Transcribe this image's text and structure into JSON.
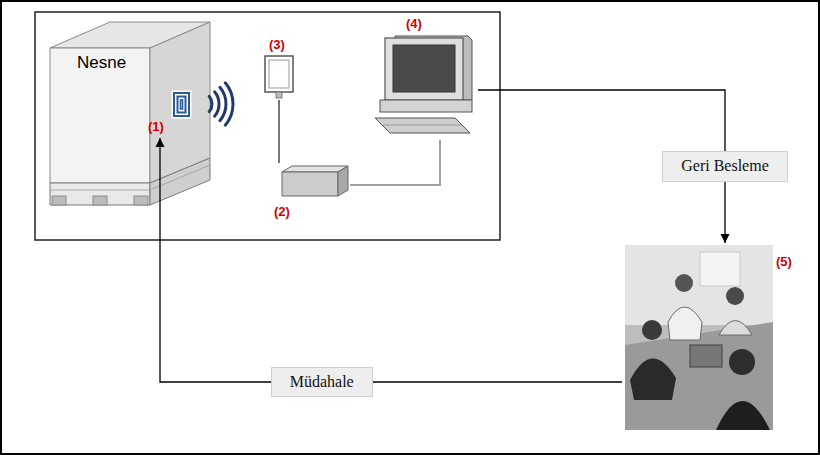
{
  "diagram": {
    "nodes": [
      {
        "text": [
          "Nesne"
        ]
      },
      {
        "text": [
          "(1)"
        ],
        "in": 0
      },
      {
        "text": [
          "(2)"
        ]
      },
      {
        "text": [
          "(3)"
        ]
      },
      {
        "text": [
          "(4)"
        ]
      },
      {
        "text": [
          "(5)"
        ]
      }
    ],
    "edges": [
      {
        "from": 2,
        "to": 4,
        "arrow": "none"
      },
      {
        "from": 4,
        "to": 5,
        "label": "Geri Besleme",
        "arrow": "to"
      },
      {
        "from": 5,
        "to": 1,
        "label": "Müdahale",
        "arrow": "to"
      },
      {
        "from": 3,
        "to": 2,
        "arrow": "none"
      }
    ]
  }
}
